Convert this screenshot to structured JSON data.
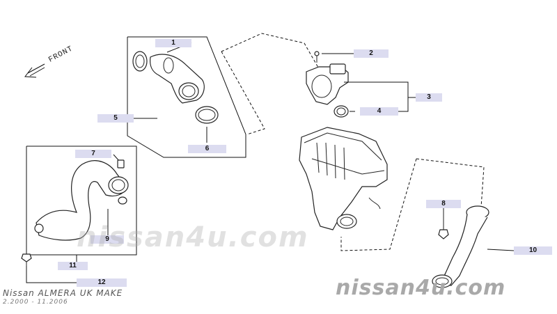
{
  "front_label": "FRONT",
  "callouts": [
    {
      "id": "callout-1",
      "label": "1"
    },
    {
      "id": "callout-2",
      "label": "2"
    },
    {
      "id": "callout-3",
      "label": "3"
    },
    {
      "id": "callout-4",
      "label": "4"
    },
    {
      "id": "callout-5",
      "label": "5"
    },
    {
      "id": "callout-6",
      "label": "6"
    },
    {
      "id": "callout-7",
      "label": "7"
    },
    {
      "id": "callout-8",
      "label": "8"
    },
    {
      "id": "callout-9",
      "label": "9"
    },
    {
      "id": "callout-10",
      "label": "10"
    },
    {
      "id": "callout-11",
      "label": "11"
    },
    {
      "id": "callout-12",
      "label": "12"
    }
  ],
  "watermark_center": "nissan4u.com",
  "watermark_corner": "nissan4u.com",
  "footer": {
    "title": "Nissan ALMERA UK MAKE",
    "period": "2.2000 - 11.2006"
  }
}
